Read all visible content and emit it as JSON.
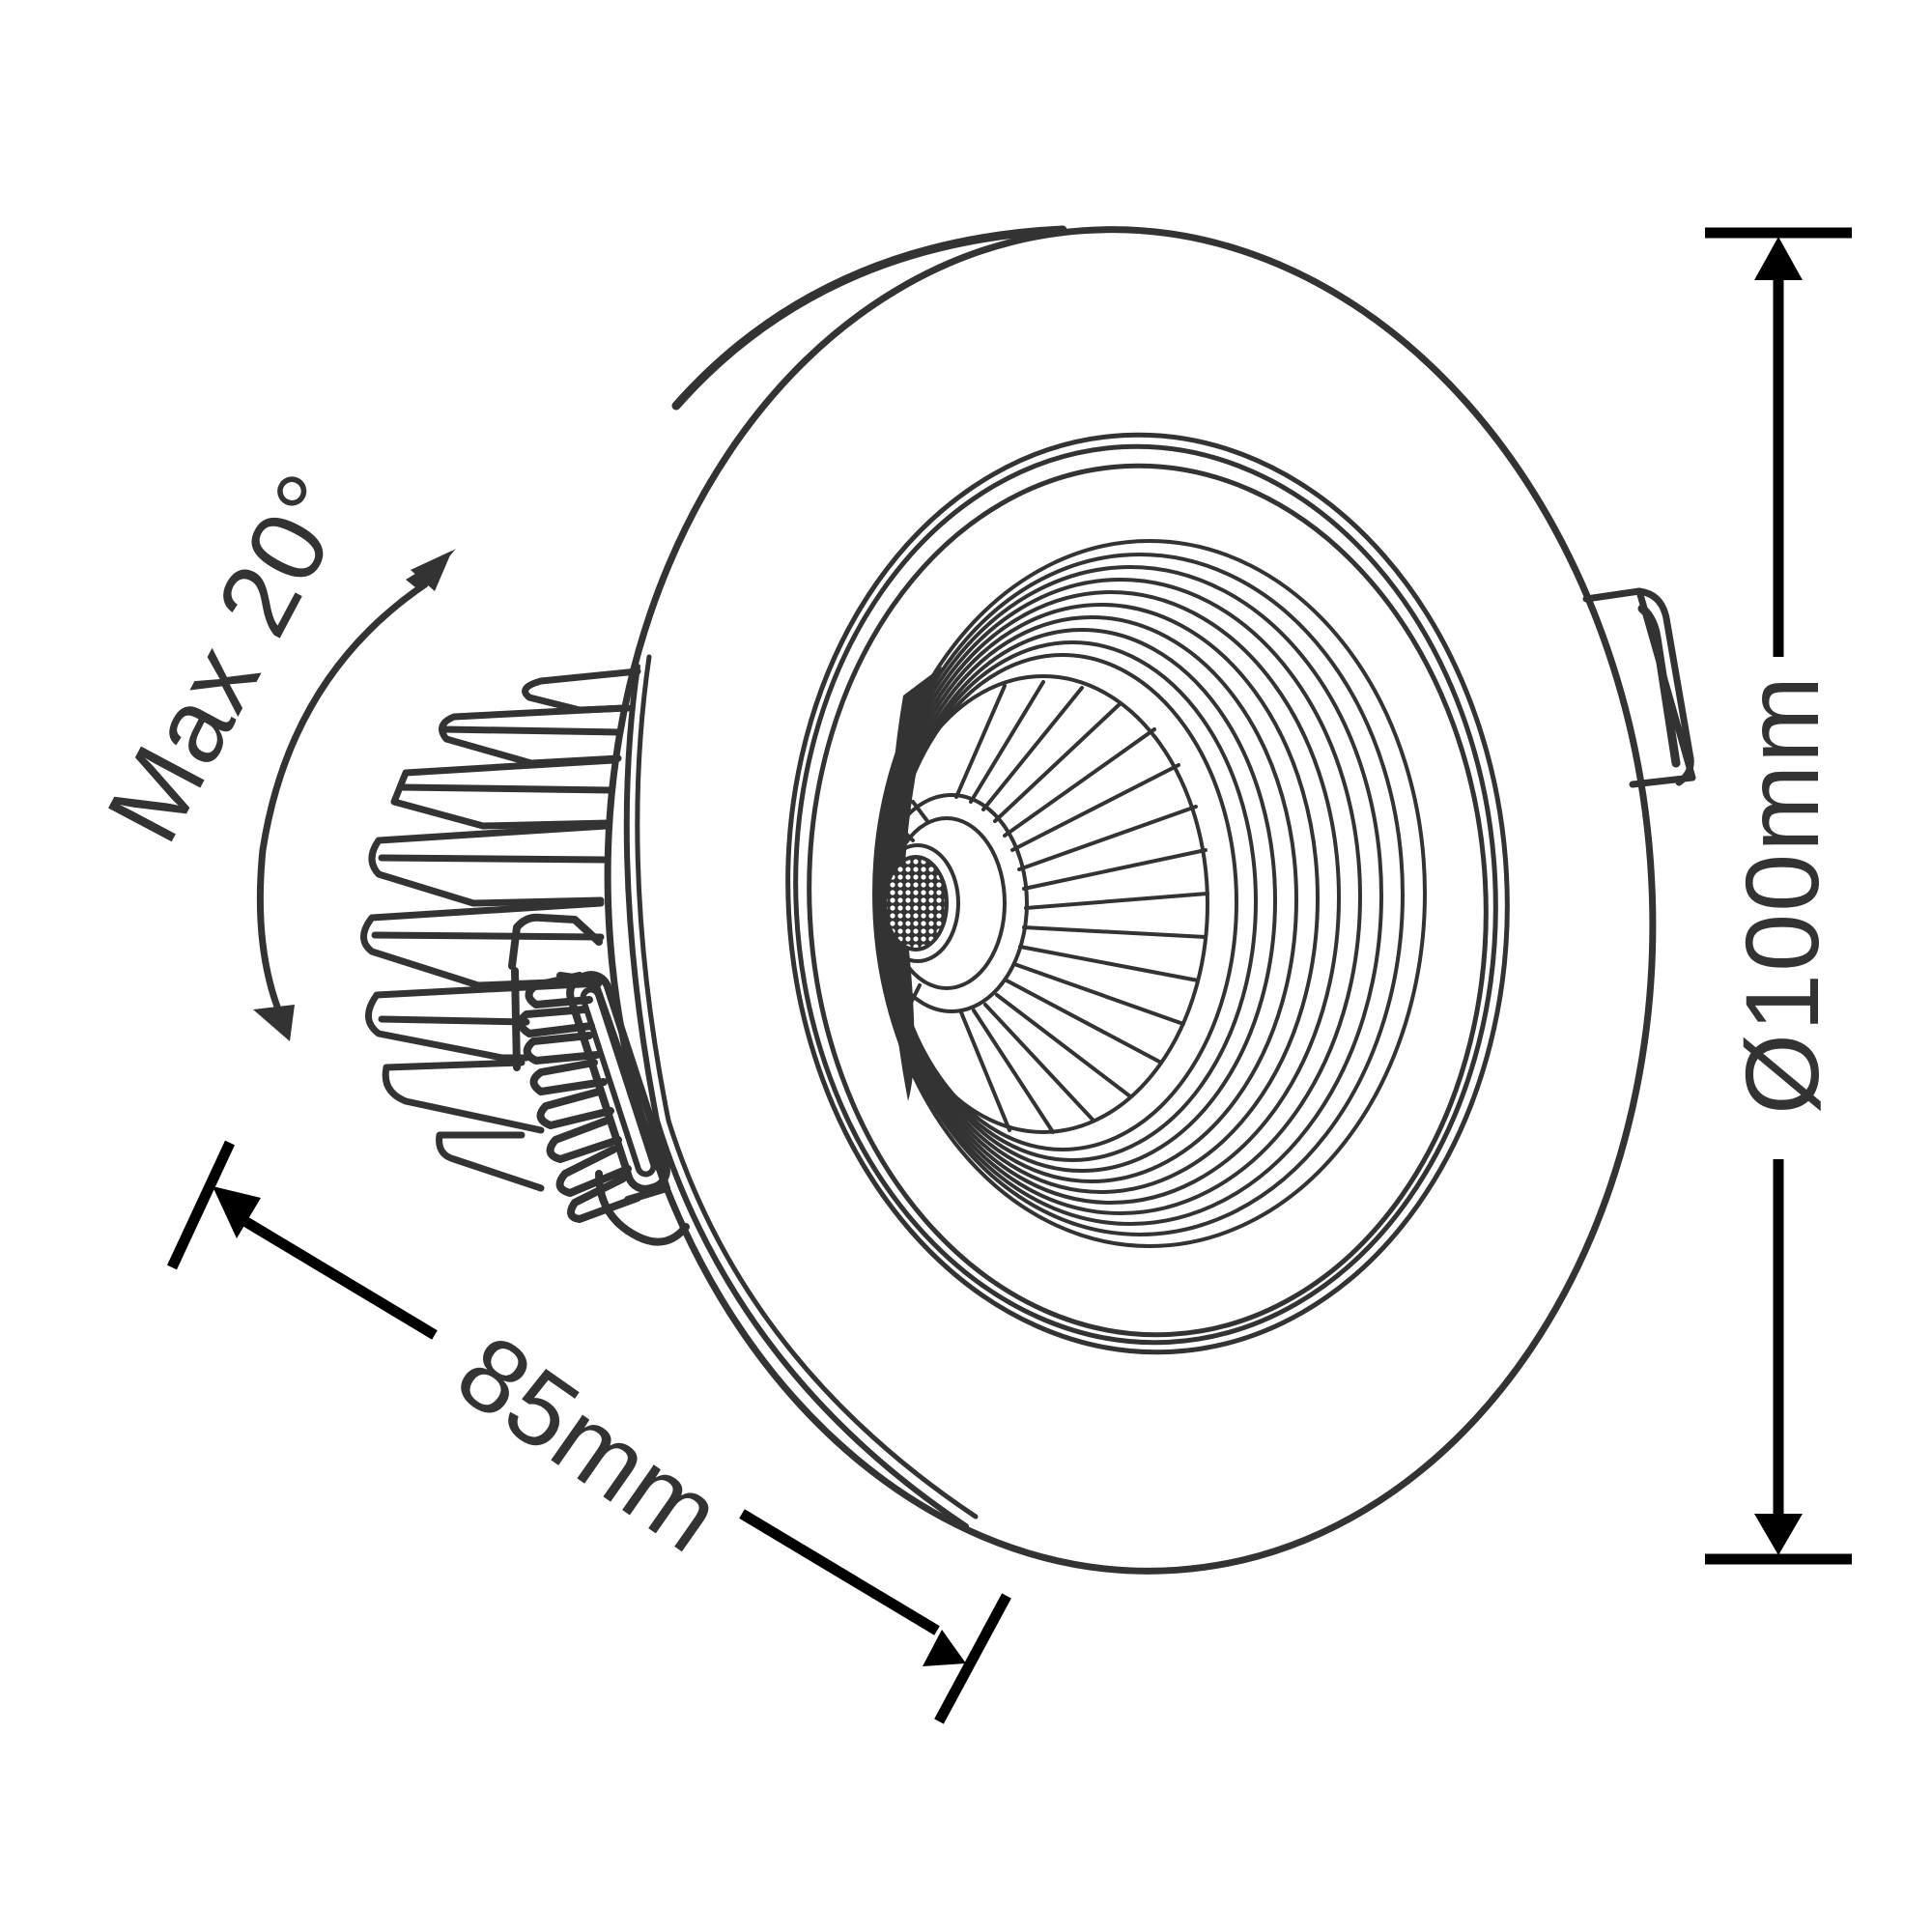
{
  "diagram": {
    "subject": "Adjustable tilt LED recessed downlight with heat-sink fins and spring clips",
    "colors": {
      "line": "#333333",
      "dimension_line": "#000000",
      "background": "#ffffff"
    },
    "dimensions": {
      "angle_label": "Max 20°",
      "depth_label": "85mm",
      "diameter_label": "Ø100mm"
    },
    "parts": {
      "bezel": "outer-bezel",
      "trim_ring": "inner-trim-ring",
      "reflector": "ribbed-reflector-cone",
      "lens": "cob-led-chip",
      "heat_sink": "finned-heat-sink",
      "left_clip": "left-spring-clip",
      "right_clip": "right-spring-clip"
    }
  }
}
